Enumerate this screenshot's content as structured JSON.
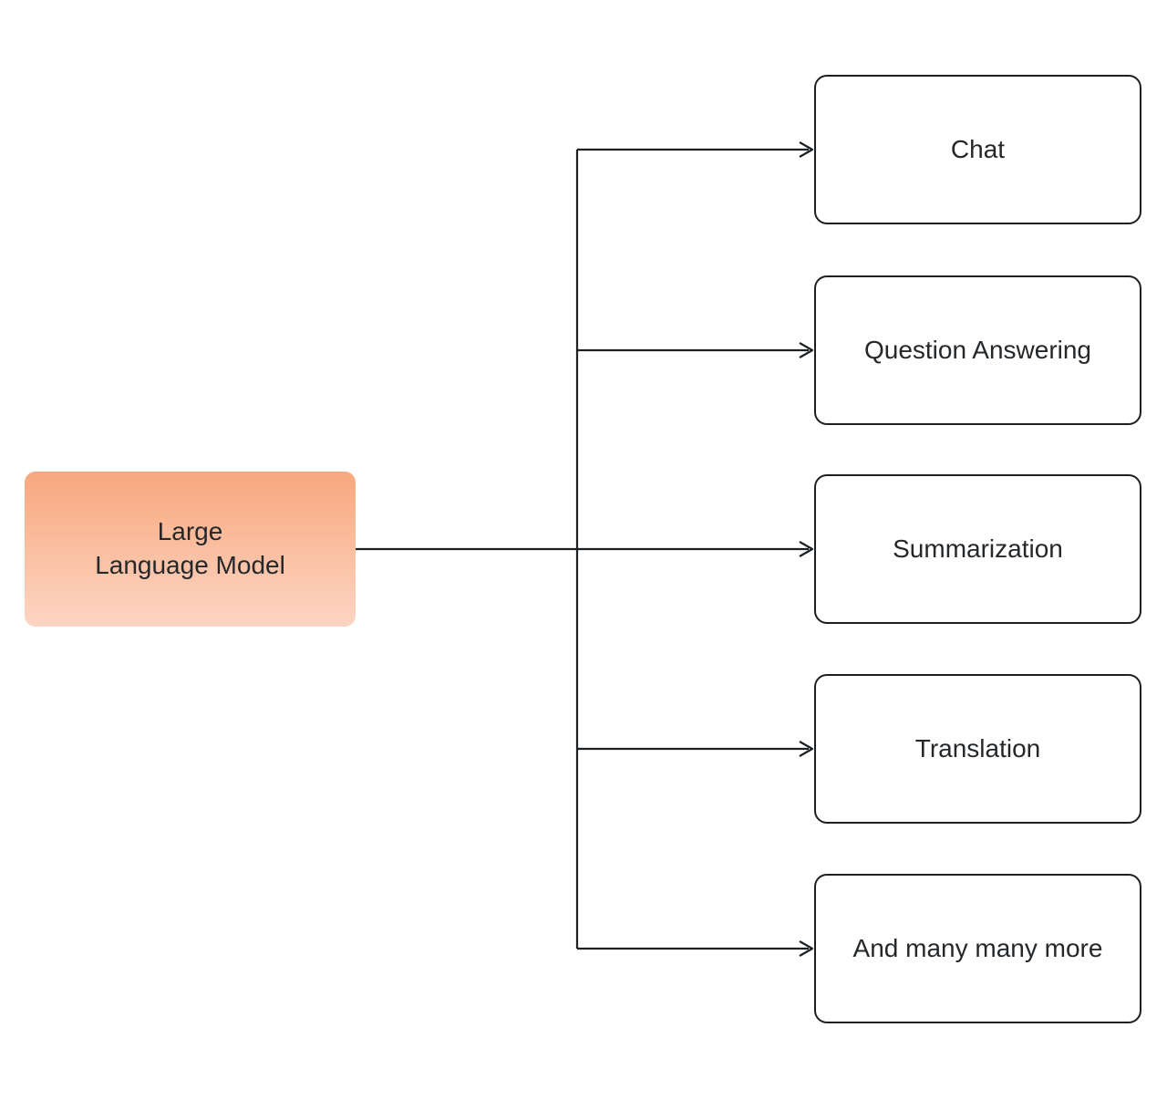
{
  "diagram": {
    "root": {
      "label": "Large\nLanguage Model"
    },
    "targets": [
      {
        "label": "Chat"
      },
      {
        "label": "Question Answering"
      },
      {
        "label": "Summarization"
      },
      {
        "label": "Translation"
      },
      {
        "label": "And many many more"
      }
    ],
    "colors": {
      "canvas_bg": "#ffffff",
      "line": "#1d2023",
      "box_border": "#1d2023",
      "box_bg": "#ffffff",
      "text": "#25282b",
      "root_gradient_top": "#f8a87d",
      "root_gradient_bottom": "#fcd5c3"
    }
  }
}
